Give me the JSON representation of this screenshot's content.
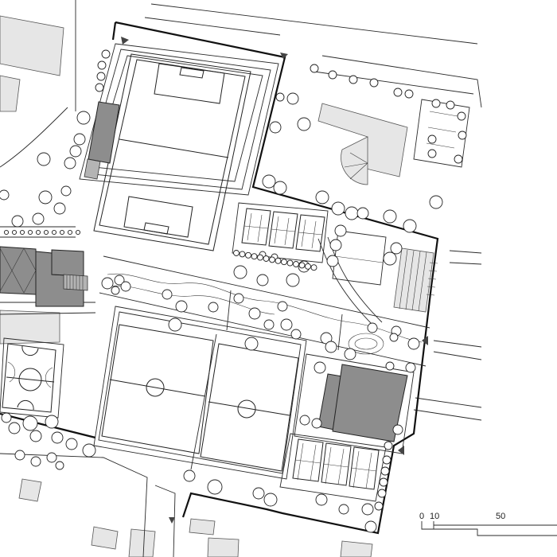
{
  "scale_bar": {
    "label_0": "0",
    "label_10": "10",
    "label_50": "50"
  }
}
